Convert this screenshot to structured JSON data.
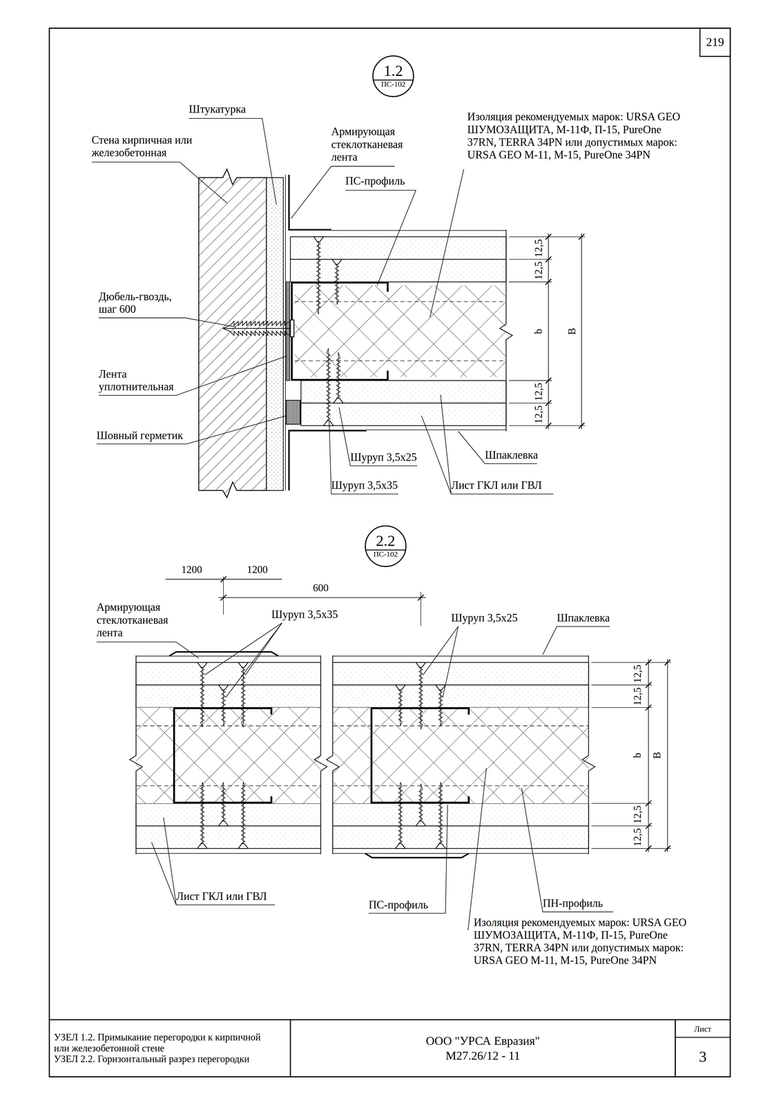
{
  "diagram": {
    "nodes": [
      {
        "text": [
          "219"
        ]
      },
      {
        "text": [
          "1.2",
          "ПС-102"
        ]
      },
      {
        "text": [
          "2.2",
          "ПС-102"
        ]
      },
      {
        "text": [
          "УЗЕЛ 1.2. Примыкание перегородки к кирпичной или железобетонной стене",
          "УЗЕЛ 2.2. Горизонтальный разрез перегородки"
        ]
      },
      {
        "text": [
          "ООО \"УРСА Евразия\"",
          "М27.26/12 - 11"
        ]
      },
      {
        "text": [
          "Лист",
          "3"
        ]
      }
    ],
    "labels": [
      "Штукатурка",
      "Стена кирпичная или железобетонная",
      "Армирующая стеклотканевая лента",
      "ПС-профиль",
      "Изоляция рекомендуемых марок: URSA GEO ШУМОЗАЩИТА, М-11Ф, П-15, PureOne 37RN, TERRA 34PN или допустимых марок: URSA GEO M-11, M-15, PureOne 34PN",
      "Дюбель-гвоздь, шаг 600",
      "12,5",
      "12,5",
      "b",
      "B",
      "Лента уплотнительная",
      "12,5",
      "12,5",
      "Шовный герметик",
      "Шпаклевка",
      "Шуруп 3,5х25",
      "Шуруп 3,5х35",
      "Лист ГКЛ или ГВЛ",
      "1200",
      "1200",
      "600",
      "Армирующая стеклотканевая лента",
      "Шуруп 3,5х35",
      "Шуруп 3,5х25",
      "Шпаклевка",
      "12,5",
      "12,5",
      "b",
      "B",
      "12,5",
      "12,5",
      "Лист ГКЛ или ГВЛ",
      "ПС-профиль",
      "ПН-профиль",
      "Изоляция рекомендуемых марок: URSA GEO ШУМОЗАЩИТА, М-11Ф, П-15, PureOne 37RN, TERRA 34PN или допустимых марок: URSA GEO M-11, M-15, PureOne 34PN"
    ]
  }
}
